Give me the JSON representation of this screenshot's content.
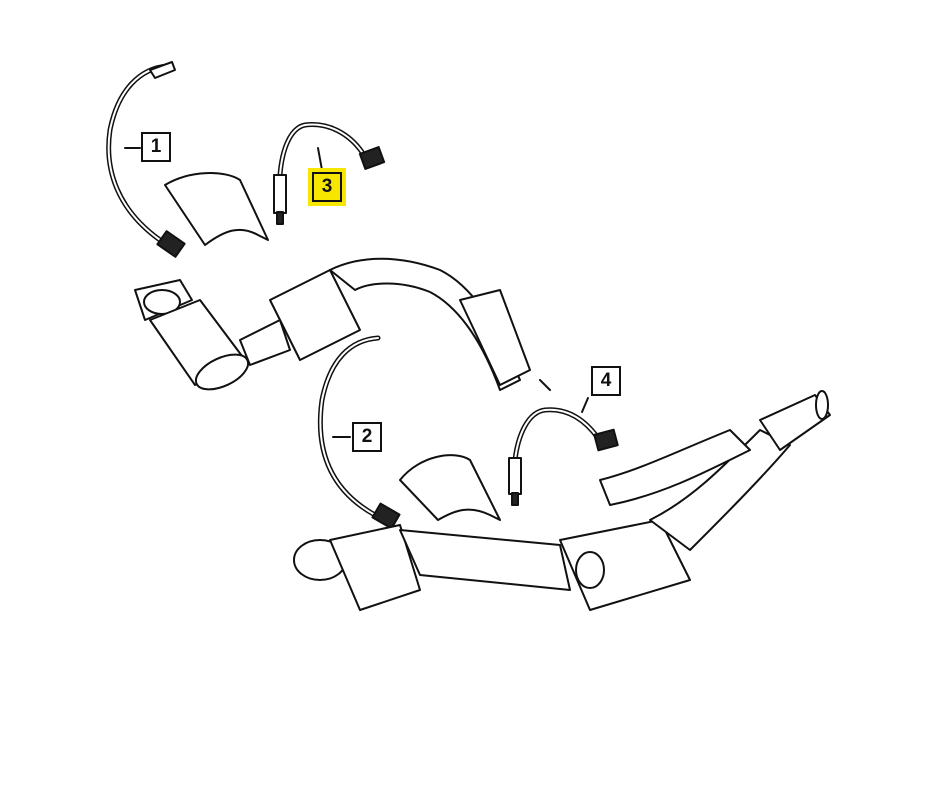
{
  "diagram": {
    "subject": "Exhaust system with catalytic converters and oxygen sensors",
    "highlight_color": "#f6e600",
    "line_color": "#111111",
    "background": "#ffffff",
    "callouts": [
      {
        "label": "1",
        "part": "oxygen sensor (upstream, bank 1)",
        "highlighted": false
      },
      {
        "label": "2",
        "part": "oxygen sensor (upstream, bank 2)",
        "highlighted": false
      },
      {
        "label": "3",
        "part": "oxygen sensor (downstream, bank 1)",
        "highlighted": true
      },
      {
        "label": "4",
        "part": "oxygen sensor (downstream, bank 2)",
        "highlighted": false
      }
    ]
  }
}
